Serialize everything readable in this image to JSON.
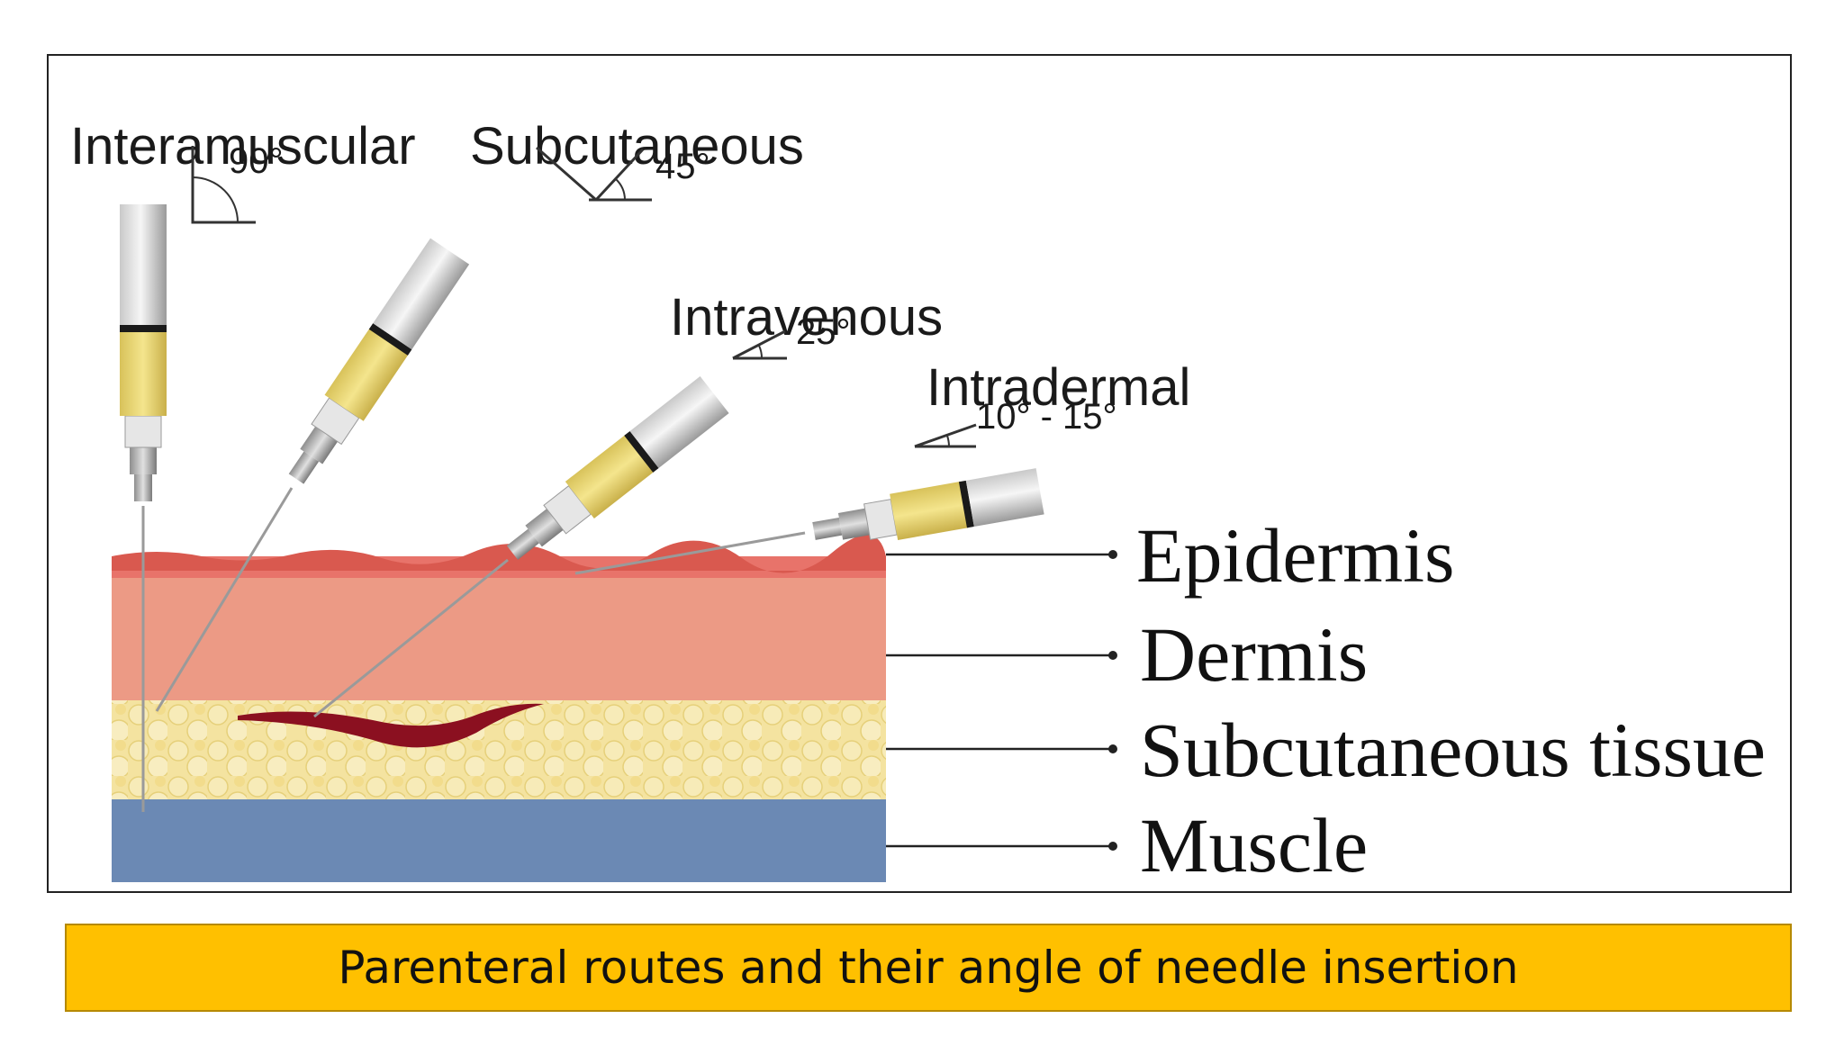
{
  "routes": [
    {
      "label": "Interamuscular",
      "angle": "90°",
      "angle_deg": 90
    },
    {
      "label": "Subcutaneous",
      "angle": "45°",
      "angle_deg": 45
    },
    {
      "label": "Intravenous",
      "angle": "25°",
      "angle_deg": 25
    },
    {
      "label": "Intradermal",
      "angle": "10° - 15°",
      "angle_deg": 12
    }
  ],
  "layers": [
    {
      "label": "Epidermis",
      "color": "#e8736a"
    },
    {
      "label": "Dermis",
      "color": "#ec9a85"
    },
    {
      "label": "Subcutaneous tissue",
      "color": "#f4e3a0"
    },
    {
      "label": "Muscle",
      "color": "#6b89b4"
    }
  ],
  "vein_color": "#8b1020",
  "caption": "Parenteral routes and their angle of needle insertion",
  "caption_color": "#ffc000"
}
